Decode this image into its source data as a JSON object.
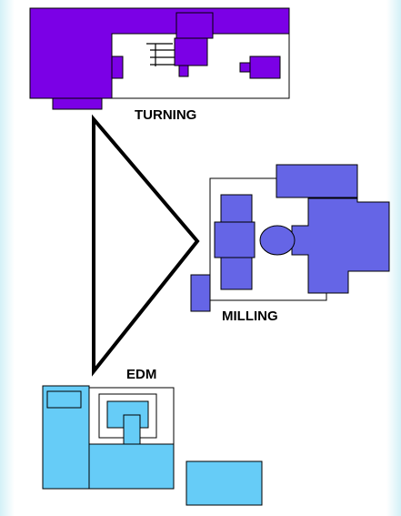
{
  "labels": {
    "turning": "TURNING",
    "milling": "MILLING",
    "edm": "EDM"
  },
  "colors": {
    "turning_fill": "#7B00E6",
    "milling_fill": "#6565E6",
    "edm_fill": "#66CCF7",
    "outline": "#000000",
    "background": "#FFFFFF",
    "edge_glow": "#CFEFF6"
  }
}
